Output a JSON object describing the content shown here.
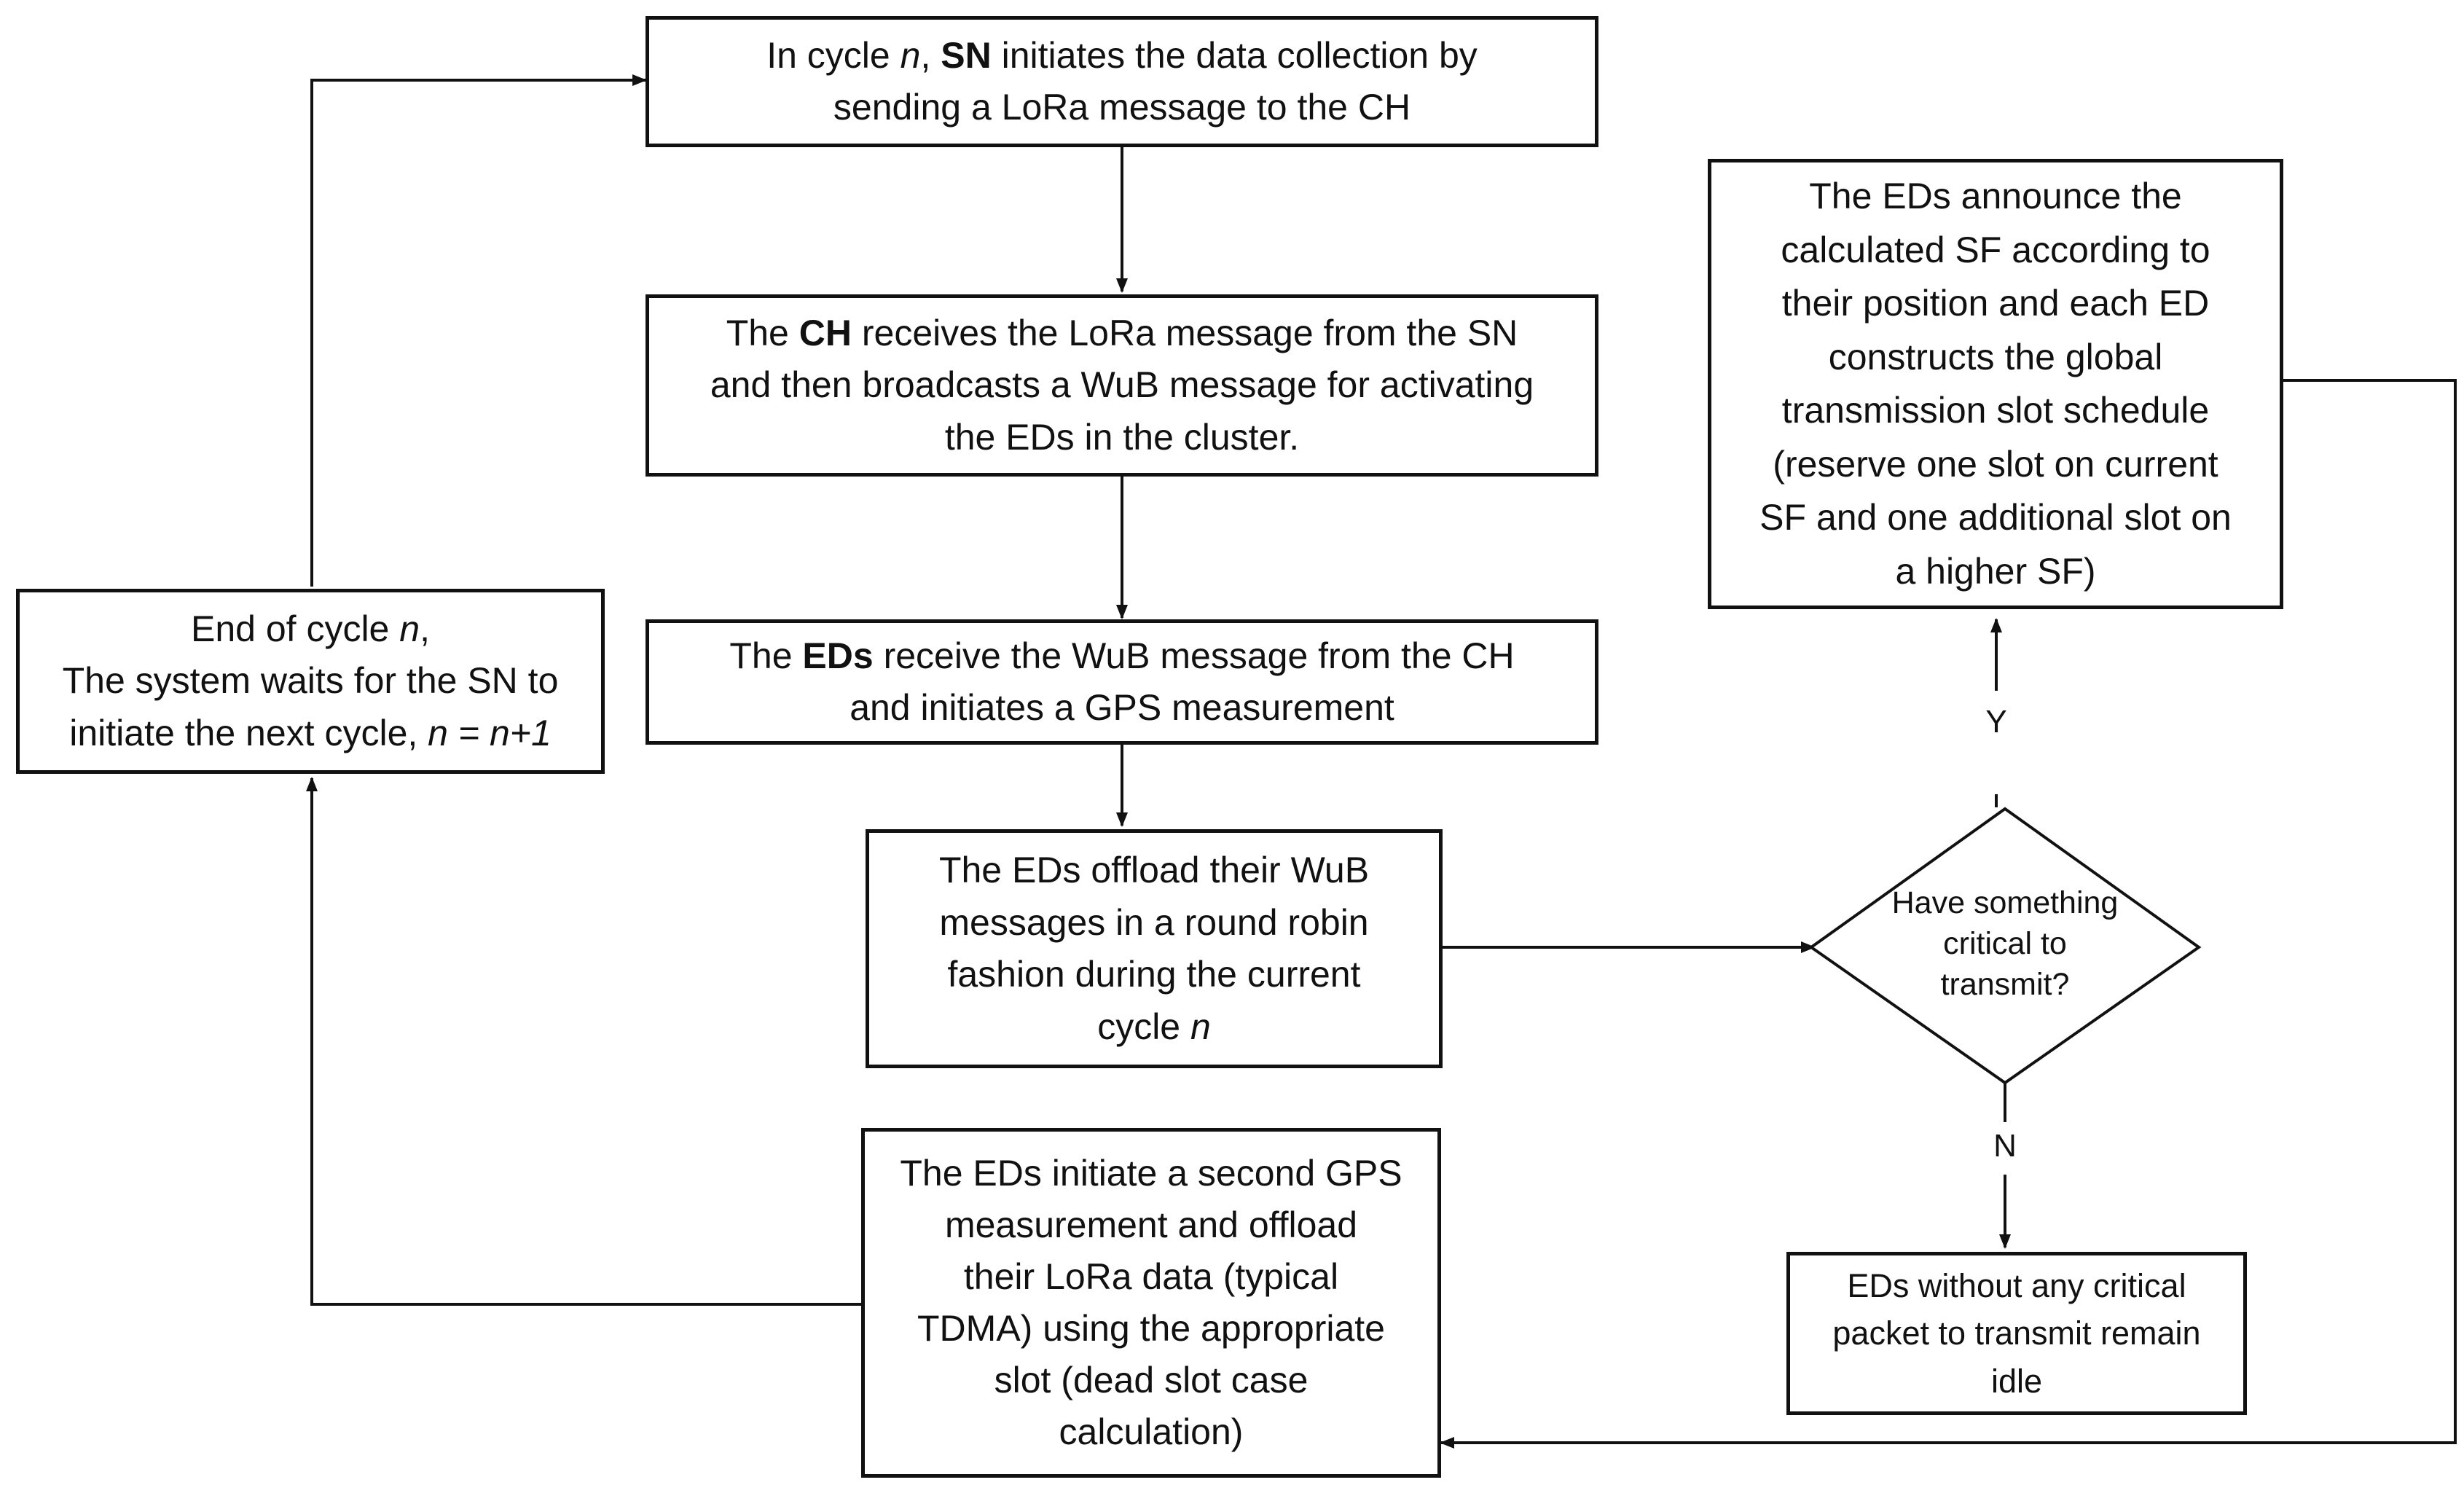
{
  "flowchart": {
    "node_start": {
      "prefix": "In cycle ",
      "cycle_var": "n",
      "comma": ", ",
      "actor": "SN",
      "rest": " initiates the data collection by",
      "line2": "sending a LoRa message to the CH"
    },
    "node_ch": {
      "prefix": "The ",
      "actor": "CH",
      "rest": " receives the LoRa message from the SN",
      "line2": "and then broadcasts a WuB message for activating",
      "line3": "the EDs in the cluster."
    },
    "node_eds_gps": {
      "prefix": "The ",
      "actor": "EDs",
      "rest": " receive the WuB message from the CH",
      "line2": "and initiates a GPS measurement"
    },
    "node_offload_wub": {
      "line1": "The EDs offload their WuB",
      "line2": "messages in a round robin",
      "line3": "fashion during the current",
      "line4_prefix": "cycle ",
      "line4_var": "n"
    },
    "node_announce": {
      "line1": "The EDs announce the",
      "line2": "calculated SF according to",
      "line3": "their position and each ED",
      "line4": "constructs the global",
      "line5": "transmission slot schedule",
      "line6": "(reserve one slot on current",
      "line7": "SF and one additional slot on",
      "line8": "a higher SF)"
    },
    "decision": {
      "line1": "Have something",
      "line2": "critical to",
      "line3": "transmit?"
    },
    "label_yes": "Y",
    "label_no": "N",
    "node_idle": {
      "line1": "EDs without any critical",
      "line2": "packet to transmit remain",
      "line3": "idle"
    },
    "node_second_gps": {
      "line1": "The EDs initiate a second GPS",
      "line2": "measurement and offload",
      "line3": "their LoRa data (typical",
      "line4": "TDMA) using the appropriate",
      "line5": "slot (dead slot case",
      "line6": "calculation)"
    },
    "node_end": {
      "line1_prefix": "End of cycle ",
      "line1_var": "n",
      "line1_suffix": ",",
      "line2": "The system waits for the SN to",
      "line3_prefix": "initiate the next cycle, ",
      "line3_var": "n = n+1"
    }
  },
  "colors": {
    "line": "#111111",
    "background": "#ffffff"
  }
}
